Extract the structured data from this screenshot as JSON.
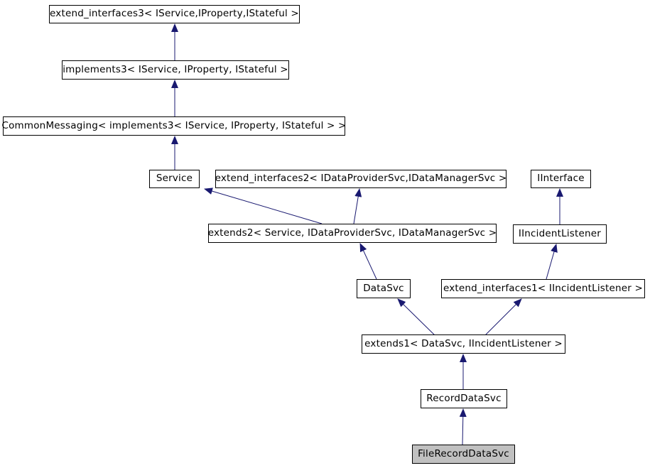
{
  "diagram": {
    "type": "class-inheritance-graph",
    "title": "Inheritance diagram for FileRecordDataSvc",
    "accent_color": "#191970",
    "box_border_color": "#000000",
    "box_fill_color": "#ffffff",
    "highlight_fill_color": "#c0c0c0",
    "nodes": [
      {
        "id": "extend_interfaces3",
        "label": "extend_interfaces3< IService,IProperty,IStateful >",
        "highlighted": false
      },
      {
        "id": "implements3",
        "label": "implements3< IService, IProperty, IStateful >",
        "highlighted": false
      },
      {
        "id": "CommonMessaging",
        "label": "CommonMessaging< implements3< IService, IProperty, IStateful > >",
        "highlighted": false
      },
      {
        "id": "Service",
        "label": "Service",
        "highlighted": false
      },
      {
        "id": "extend_interfaces2",
        "label": "extend_interfaces2< IDataProviderSvc,IDataManagerSvc >",
        "highlighted": false
      },
      {
        "id": "IInterface",
        "label": "IInterface",
        "highlighted": false
      },
      {
        "id": "extends2",
        "label": "extends2< Service, IDataProviderSvc, IDataManagerSvc >",
        "highlighted": false
      },
      {
        "id": "IIncidentListener",
        "label": "IIncidentListener",
        "highlighted": false
      },
      {
        "id": "DataSvc",
        "label": "DataSvc",
        "highlighted": false
      },
      {
        "id": "extend_interfaces1",
        "label": "extend_interfaces1< IIncidentListener >",
        "highlighted": false
      },
      {
        "id": "extends1",
        "label": "extends1< DataSvc, IIncidentListener >",
        "highlighted": false
      },
      {
        "id": "RecordDataSvc",
        "label": "RecordDataSvc",
        "highlighted": false
      },
      {
        "id": "FileRecordDataSvc",
        "label": "FileRecordDataSvc",
        "highlighted": true
      }
    ],
    "edges": [
      {
        "from": "implements3",
        "to": "extend_interfaces3"
      },
      {
        "from": "CommonMessaging",
        "to": "implements3"
      },
      {
        "from": "Service",
        "to": "CommonMessaging"
      },
      {
        "from": "extends2",
        "to": "Service"
      },
      {
        "from": "extends2",
        "to": "extend_interfaces2"
      },
      {
        "from": "IIncidentListener",
        "to": "IInterface"
      },
      {
        "from": "DataSvc",
        "to": "extends2"
      },
      {
        "from": "extend_interfaces1",
        "to": "IIncidentListener"
      },
      {
        "from": "extends1",
        "to": "DataSvc"
      },
      {
        "from": "extends1",
        "to": "extend_interfaces1"
      },
      {
        "from": "RecordDataSvc",
        "to": "extends1"
      },
      {
        "from": "FileRecordDataSvc",
        "to": "RecordDataSvc"
      }
    ]
  }
}
